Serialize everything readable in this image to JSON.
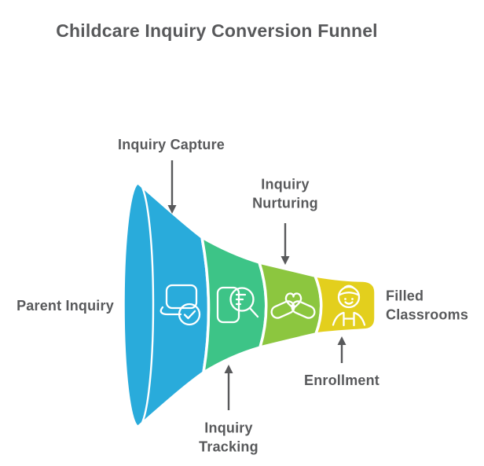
{
  "title": "Childcare Inquiry Conversion Funnel",
  "colors": {
    "text": "#58595B",
    "arrow": "#58595B",
    "divider": "#FFFFFF",
    "background": "#FFFFFF"
  },
  "funnel": {
    "input_label": "Parent Inquiry",
    "output_label": "Filled Classrooms",
    "stages": [
      {
        "label": "Inquiry Capture",
        "icon": "laptop-check-icon",
        "color": "#29ABDB",
        "label_position": "top"
      },
      {
        "label": "Inquiry Tracking",
        "icon": "document-search-icon",
        "color": "#3DC487",
        "label_position": "bottom"
      },
      {
        "label": "Inquiry Nurturing",
        "icon": "hands-heart-icon",
        "color": "#8CC63F",
        "label_position": "top"
      },
      {
        "label": "Enrollment",
        "icon": "child-icon",
        "color": "#E3CF1D",
        "label_position": "bottom"
      }
    ]
  }
}
